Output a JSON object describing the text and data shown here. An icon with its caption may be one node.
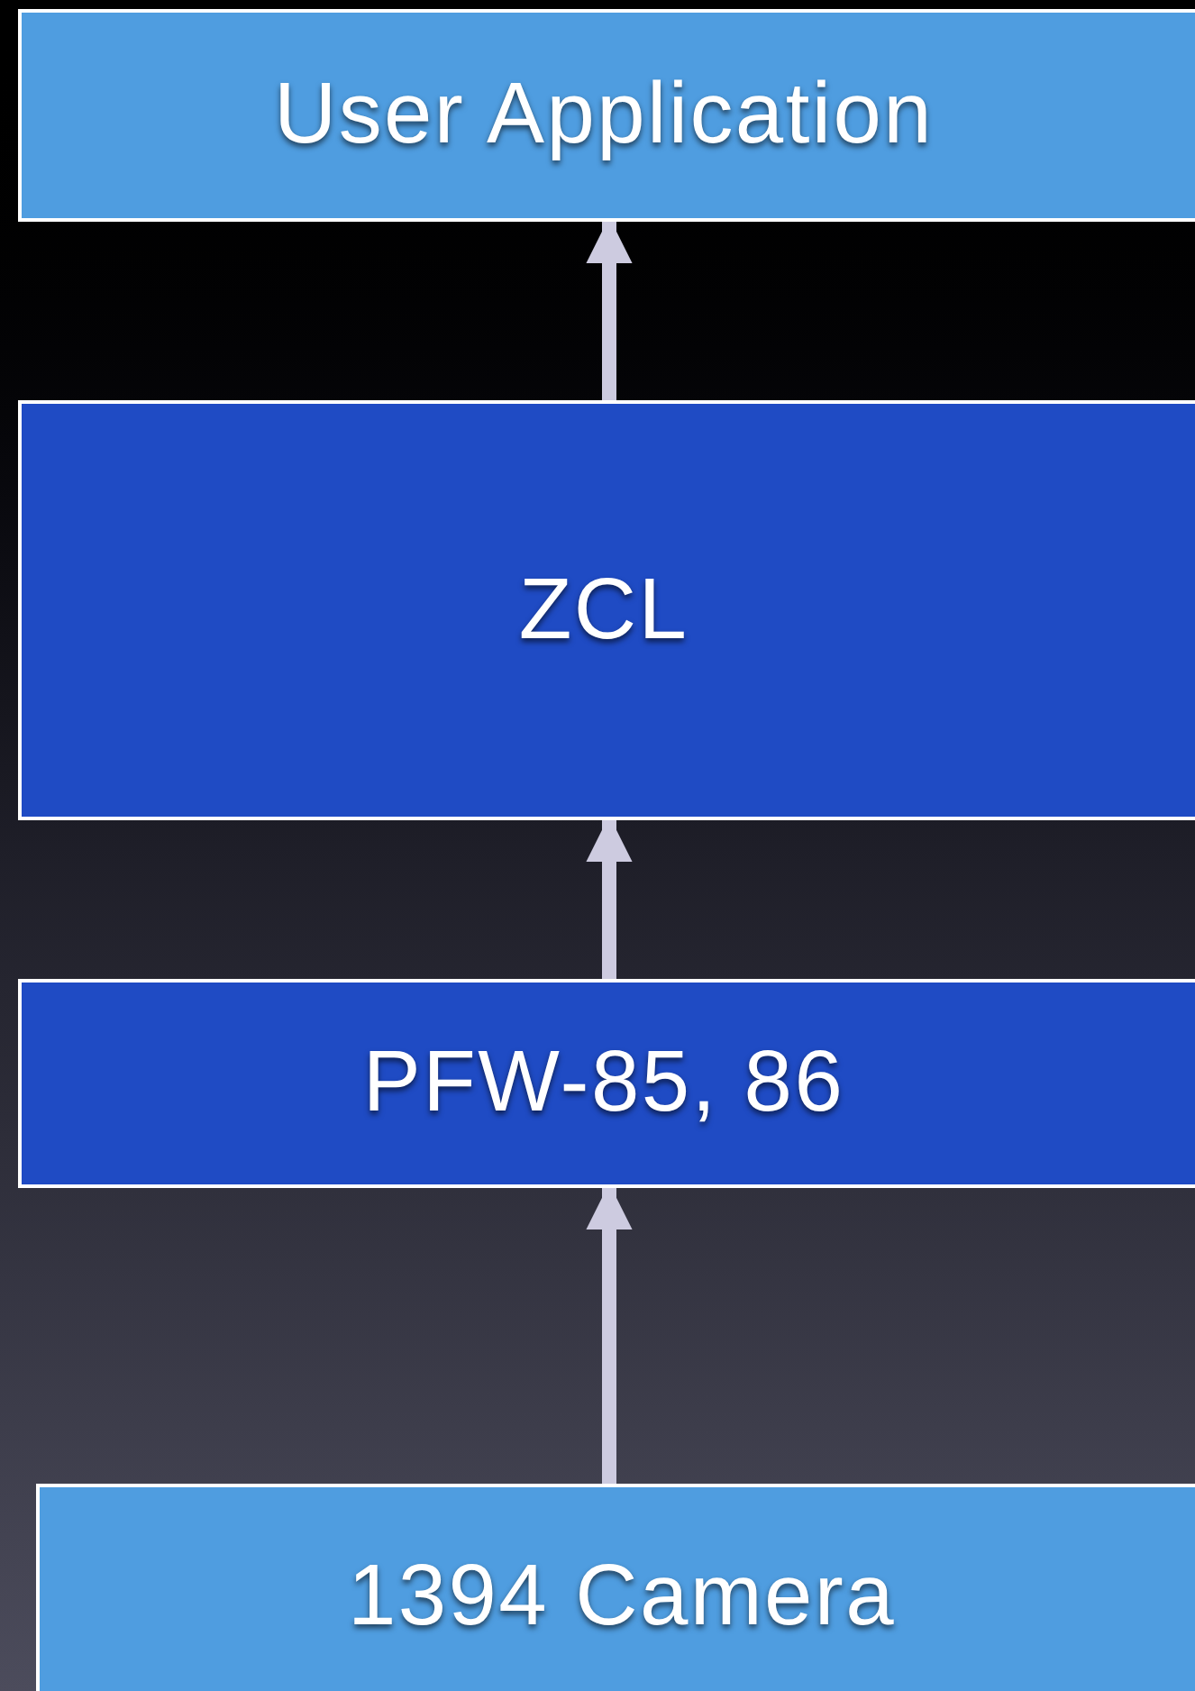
{
  "diagram": {
    "nodes": [
      {
        "text": [
          "User Application"
        ]
      },
      {
        "text": [
          "ZCL"
        ]
      },
      {
        "text": [
          "PFW-85, 86"
        ]
      },
      {
        "text": [
          "1394 Camera"
        ]
      }
    ],
    "edges": [
      {
        "from": 1,
        "to": 0,
        "arrow": "to"
      },
      {
        "from": 2,
        "to": 1,
        "arrow": "to"
      },
      {
        "from": 3,
        "to": 2,
        "arrow": "to"
      }
    ]
  }
}
